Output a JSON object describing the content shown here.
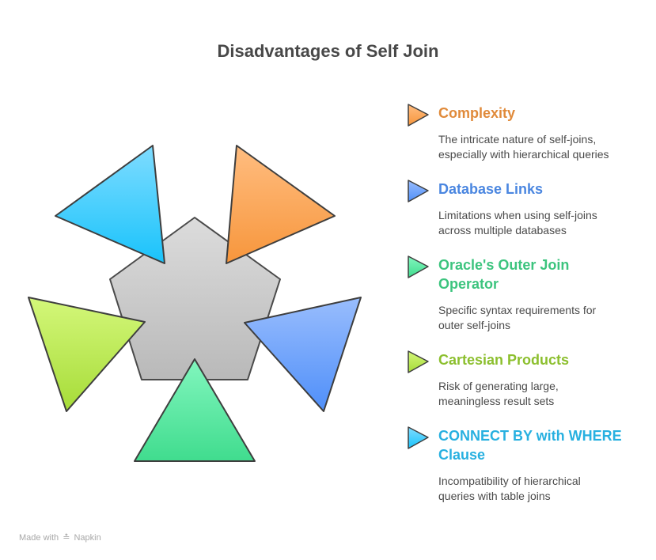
{
  "title": "Disadvantages of Self Join",
  "items": [
    {
      "heading": "Complexity",
      "description_line1": "The intricate nature of self-joins,",
      "description_line2": "especially with hierarchical queries",
      "color": "#e08a3a",
      "icon": "orange-triangle-icon"
    },
    {
      "heading": "Database Links",
      "description_line1": "Limitations when using self-joins",
      "description_line2": "across multiple databases",
      "color": "#4a86e0",
      "icon": "blue-triangle-icon"
    },
    {
      "heading_line1": "Oracle's Outer Join",
      "heading_line2": "Operator",
      "description_line1": "Specific syntax requirements for",
      "description_line2": "outer self-joins",
      "color": "#3cc47e",
      "icon": "green-triangle-icon"
    },
    {
      "heading": "Cartesian Products",
      "description_line1": "Risk of generating large,",
      "description_line2": "meaningless result sets",
      "color": "#8cbf2e",
      "icon": "lime-triangle-icon"
    },
    {
      "heading_line1": "CONNECT BY with WHERE",
      "heading_line2": "Clause",
      "description_line1": "Incompatibility of hierarchical",
      "description_line2": "queries with table joins",
      "color": "#27b0e0",
      "icon": "cyan-triangle-icon"
    }
  ],
  "footer": {
    "made_with": "Made with",
    "brand": "Napkin"
  }
}
